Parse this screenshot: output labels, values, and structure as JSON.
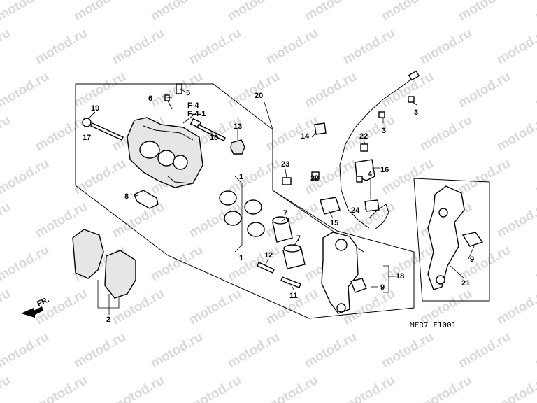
{
  "watermark": "motod.ru",
  "drawing_code": "MER7−F1001",
  "direction_label": "FR.",
  "callouts": {
    "c1a": "1",
    "c1b": "1",
    "c2": "2",
    "c3a": "3",
    "c3b": "3",
    "c4": "4",
    "c5": "5",
    "c6": "6",
    "c7a": "7",
    "c7b": "7",
    "c8": "8",
    "c9a": "9",
    "c9b": "9",
    "c10": "10",
    "c11": "11",
    "c12": "12",
    "c13": "13",
    "c14": "14",
    "c15": "15",
    "c16": "16",
    "c17": "17",
    "c18": "18",
    "c19": "19",
    "c20": "20",
    "c21": "21",
    "c22a": "22",
    "c22b": "22",
    "c23": "23",
    "c24": "24",
    "f4": "F-4",
    "f41": "F-4-1"
  }
}
